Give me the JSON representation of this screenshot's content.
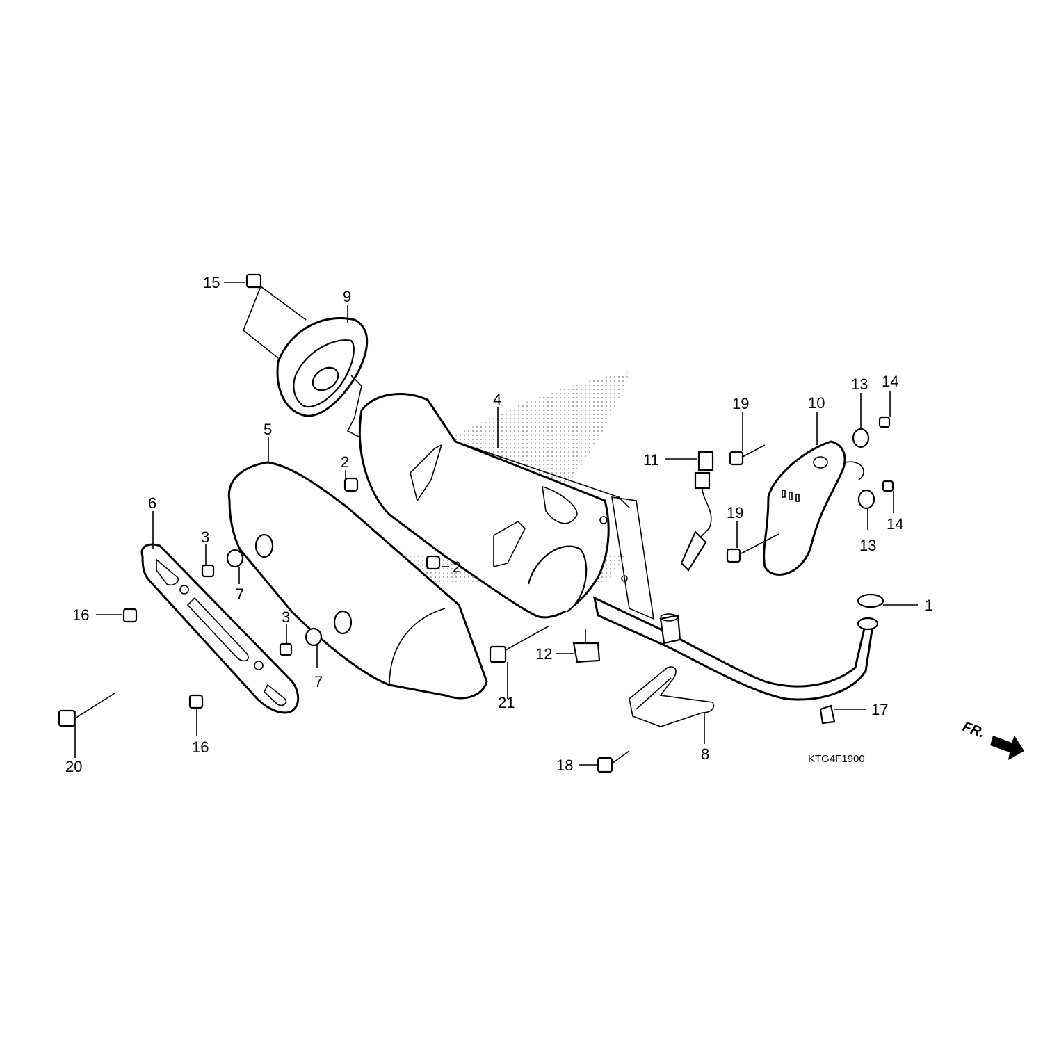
{
  "diagram_code": "KTG4F1900",
  "front_indicator": "FR.",
  "callouts": [
    {
      "id": "c1",
      "text": "1"
    },
    {
      "id": "c2a",
      "text": "2"
    },
    {
      "id": "c2b",
      "text": "2"
    },
    {
      "id": "c3a",
      "text": "3"
    },
    {
      "id": "c3b",
      "text": "3"
    },
    {
      "id": "c4",
      "text": "4"
    },
    {
      "id": "c5",
      "text": "5"
    },
    {
      "id": "c6",
      "text": "6"
    },
    {
      "id": "c7a",
      "text": "7"
    },
    {
      "id": "c7b",
      "text": "7"
    },
    {
      "id": "c8",
      "text": "8"
    },
    {
      "id": "c9",
      "text": "9"
    },
    {
      "id": "c10",
      "text": "10"
    },
    {
      "id": "c11",
      "text": "11"
    },
    {
      "id": "c12",
      "text": "12"
    },
    {
      "id": "c13a",
      "text": "13"
    },
    {
      "id": "c13b",
      "text": "13"
    },
    {
      "id": "c14a",
      "text": "14"
    },
    {
      "id": "c14b",
      "text": "14"
    },
    {
      "id": "c15",
      "text": "15"
    },
    {
      "id": "c16a",
      "text": "16"
    },
    {
      "id": "c16b",
      "text": "16"
    },
    {
      "id": "c17",
      "text": "17"
    },
    {
      "id": "c18",
      "text": "18"
    },
    {
      "id": "c19a",
      "text": "19"
    },
    {
      "id": "c19b",
      "text": "19"
    },
    {
      "id": "c20",
      "text": "20"
    },
    {
      "id": "c21",
      "text": "21"
    }
  ]
}
